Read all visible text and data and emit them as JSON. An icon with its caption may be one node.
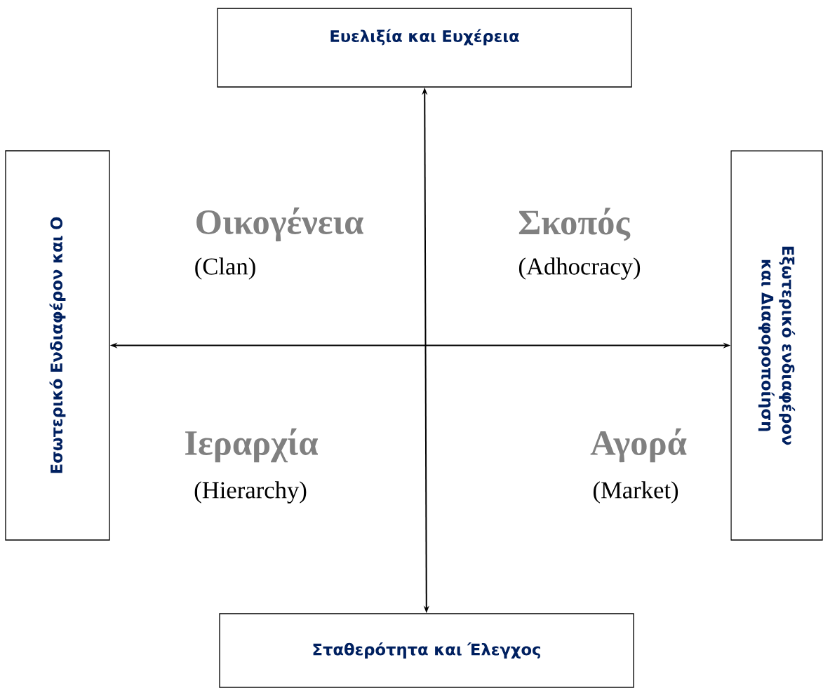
{
  "diagram": {
    "nodes": [
      {
        "text": [
          "Ευελιξία και  Ευχέρεια"
        ]
      },
      {
        "text": [
          "Εσωτερικό Ενδιαφέρον και Ο"
        ]
      },
      {
        "text": [
          "Εξωτερικό ενδιαφέρον και Διαφοροποίηση"
        ]
      },
      {
        "text": [
          "Σταθερότητα και Έλεγχος"
        ]
      }
    ],
    "edges": [
      {
        "from": 0,
        "to": 3,
        "arrow": "both"
      },
      {
        "from": 1,
        "to": 2,
        "arrow": "both"
      }
    ],
    "labels": [
      "Οικογένεια",
      "(Clan)",
      "Σκοπός",
      "(Adhocracy)",
      "Ιεραρχία",
      "(Hierarchy)",
      "Αγορά",
      "(Market)"
    ]
  }
}
